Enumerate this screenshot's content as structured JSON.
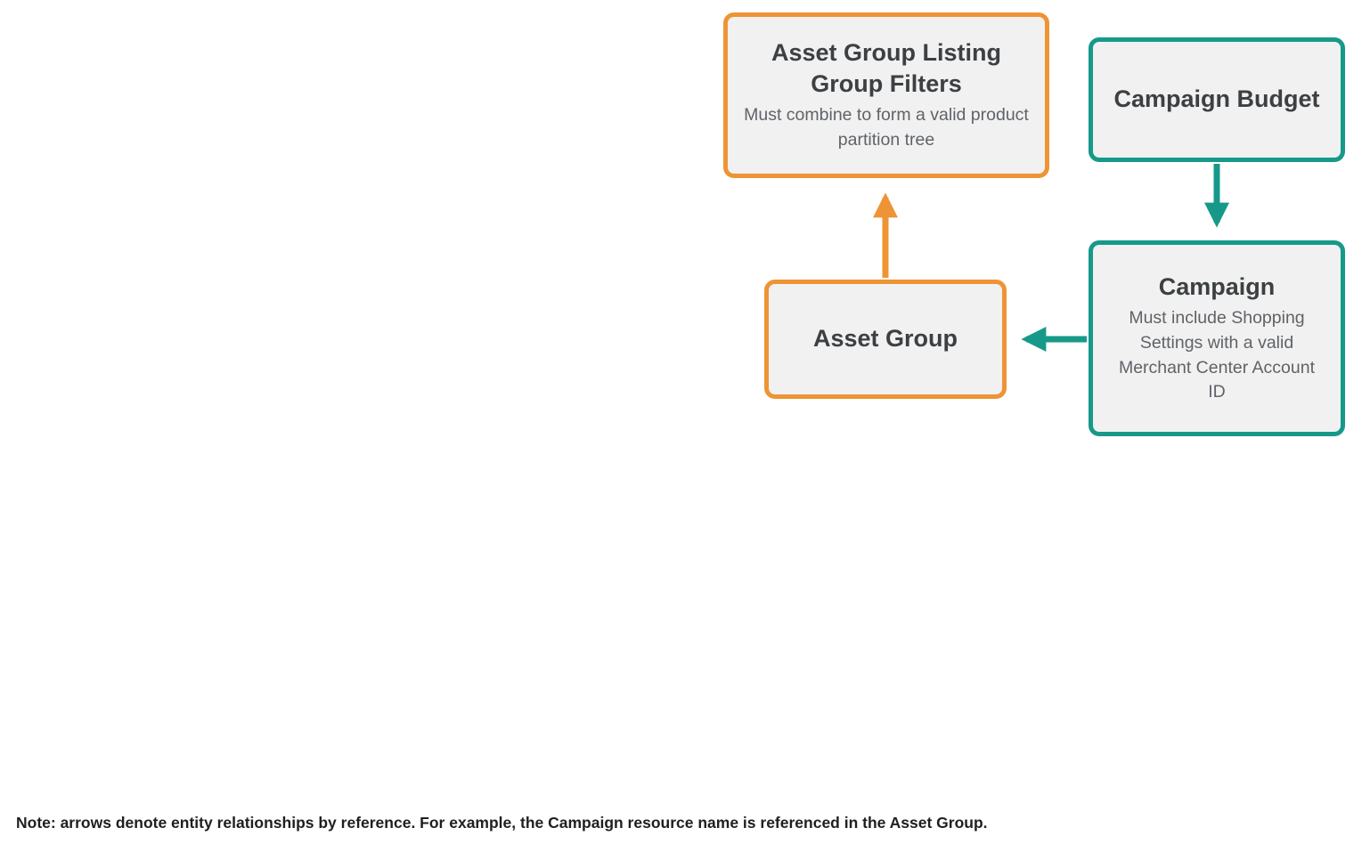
{
  "colors": {
    "orange": "#EE9434",
    "teal": "#17998A",
    "box_fill": "#F1F1F1",
    "title_text": "#3C4043",
    "subtitle_text": "#5F6368",
    "note_text": "#1F1F1F"
  },
  "nodes": {
    "listing_group_filters": {
      "title": "Asset Group Listing Group Filters",
      "subtitle": "Must combine to form a valid product partition tree"
    },
    "campaign_budget": {
      "title": "Campaign Budget"
    },
    "asset_group": {
      "title": "Asset Group"
    },
    "campaign": {
      "title": "Campaign",
      "subtitle": "Must include Shopping Settings with a valid Merchant Center Account ID"
    }
  },
  "relationships": [
    {
      "from": "asset_group",
      "to": "listing_group_filters",
      "color": "orange"
    },
    {
      "from": "campaign_budget",
      "to": "campaign",
      "color": "teal"
    },
    {
      "from": "campaign",
      "to": "asset_group",
      "color": "teal"
    }
  ],
  "note": "Note: arrows denote entity relationships by reference. For example, the Campaign resource name is referenced in the Asset Group."
}
